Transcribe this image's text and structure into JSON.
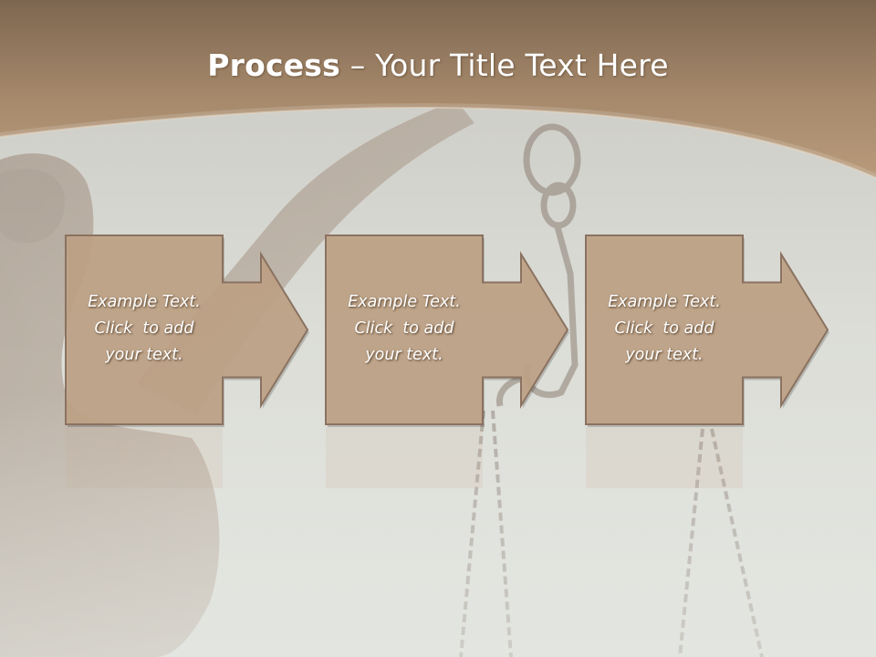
{
  "slide": {
    "title_bold": "Process",
    "title_dash": " – ",
    "title_rest": "Your Title Text Here"
  },
  "colors": {
    "header_top": "#7d6650",
    "header_bottom": "#b49676",
    "box_fill": "#bea287",
    "box_stroke": "#8a7260",
    "background": "#dfe1dc"
  },
  "steps": [
    {
      "lines": [
        "Example Text.",
        "Click  to add",
        "your text."
      ]
    },
    {
      "lines": [
        "Example Text.",
        "Click  to add",
        "your text."
      ]
    },
    {
      "lines": [
        "Example Text.",
        "Click  to add",
        "your text."
      ]
    }
  ]
}
